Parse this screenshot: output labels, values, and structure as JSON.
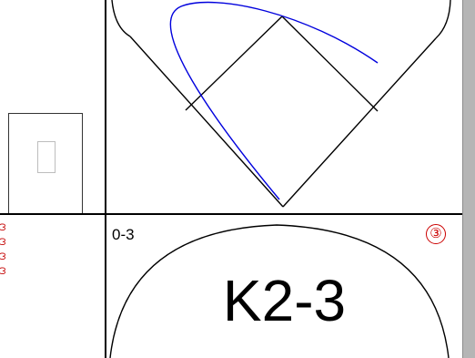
{
  "scorecard": {
    "count": "0-3",
    "out_number": "③",
    "result": "K2-3",
    "left_marks": [
      "ဒ",
      "ဒ",
      "ဒ",
      "ဒ"
    ]
  },
  "icons": {
    "placeholder_glyph": "placeholder-box-icon"
  },
  "colors": {
    "line": "#000000",
    "trajectory": "#0000dd",
    "accent_red": "#cc0000",
    "scrollbar": "#b5b5b5"
  }
}
